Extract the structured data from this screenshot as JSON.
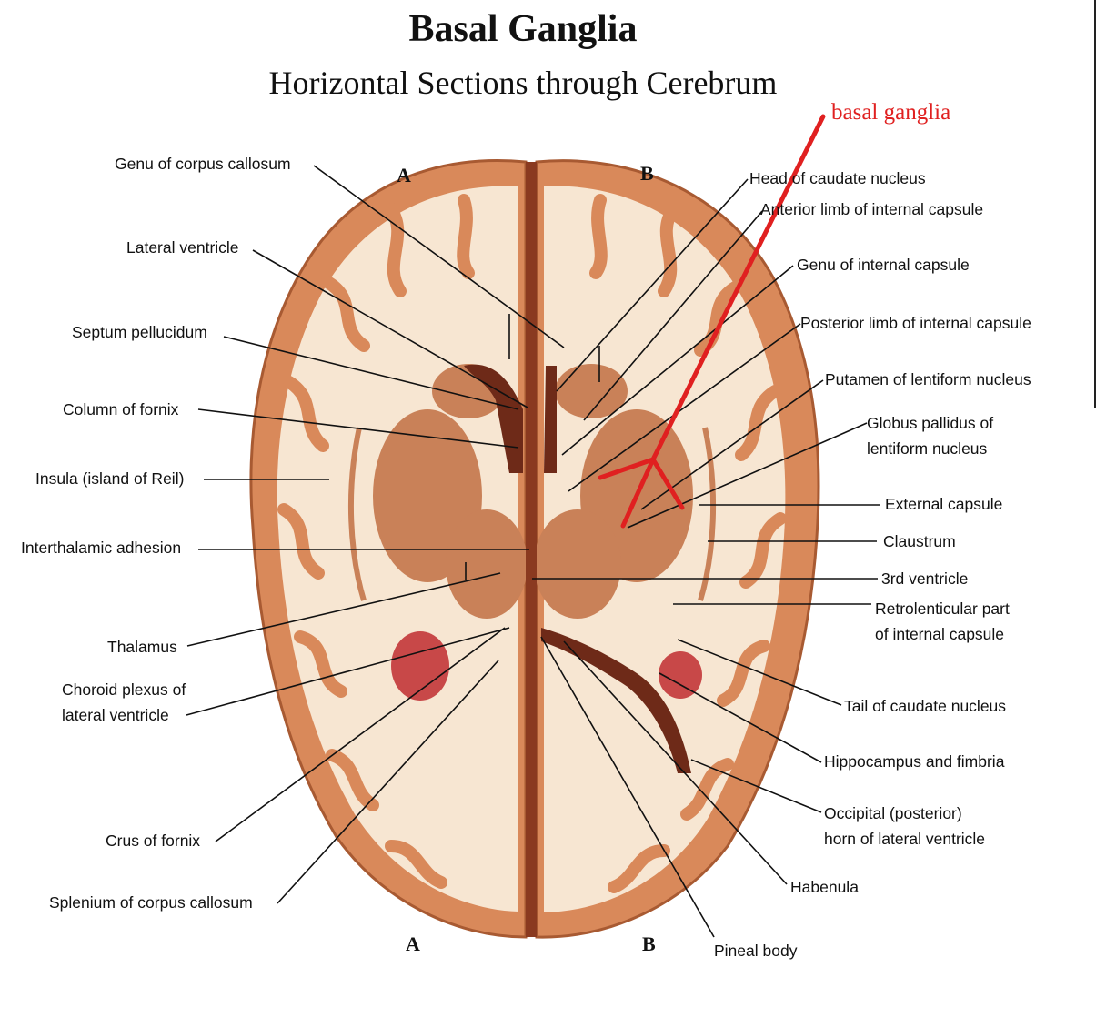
{
  "title": "Basal Ganglia",
  "subtitle": "Horizontal Sections through Cerebrum",
  "highlight_label": "basal ganglia",
  "letters": {
    "a_top": "A",
    "b_top": "B",
    "a_bottom": "A",
    "b_bottom": "B"
  },
  "left_labels": {
    "genu_cc": "Genu of corpus callosum",
    "lat_vent": "Lateral ventricle",
    "septum": "Septum pellucidum",
    "fornix_col": "Column of fornix",
    "insula": "Insula (island of Reil)",
    "interthal": "Interthalamic adhesion",
    "thalamus": "Thalamus",
    "choroid_1": "Choroid plexus of",
    "choroid_2": "lateral ventricle",
    "crus": "Crus of fornix",
    "splenium": "Splenium of corpus callosum"
  },
  "right_labels": {
    "head_caudate": "Head of caudate nucleus",
    "ant_limb": "Anterior limb of internal capsule",
    "genu_ic": "Genu of internal capsule",
    "post_limb": "Posterior limb of internal capsule",
    "putamen": "Putamen of lentiform nucleus",
    "globus_1": "Globus pallidus of",
    "globus_2": "lentiform nucleus",
    "ext_capsule": "External capsule",
    "claustrum": "Claustrum",
    "third_vent": "3rd ventricle",
    "retro_1": "Retrolenticular part",
    "retro_2": "of internal capsule",
    "tail_caudate": "Tail of caudate nucleus",
    "hippocampus": "Hippocampus and fimbria",
    "occipital_1": "Occipital (posterior)",
    "occipital_2": "horn of lateral ventricle",
    "habenula": "Habenula",
    "pineal": "Pineal body"
  },
  "colors": {
    "cortex": "#d9895a",
    "white_matter": "#f7e6d2",
    "deep_nuclei": "#c98158",
    "ventricle": "#6e2a18",
    "choroid": "#c84848",
    "highlight": "#e02020"
  }
}
